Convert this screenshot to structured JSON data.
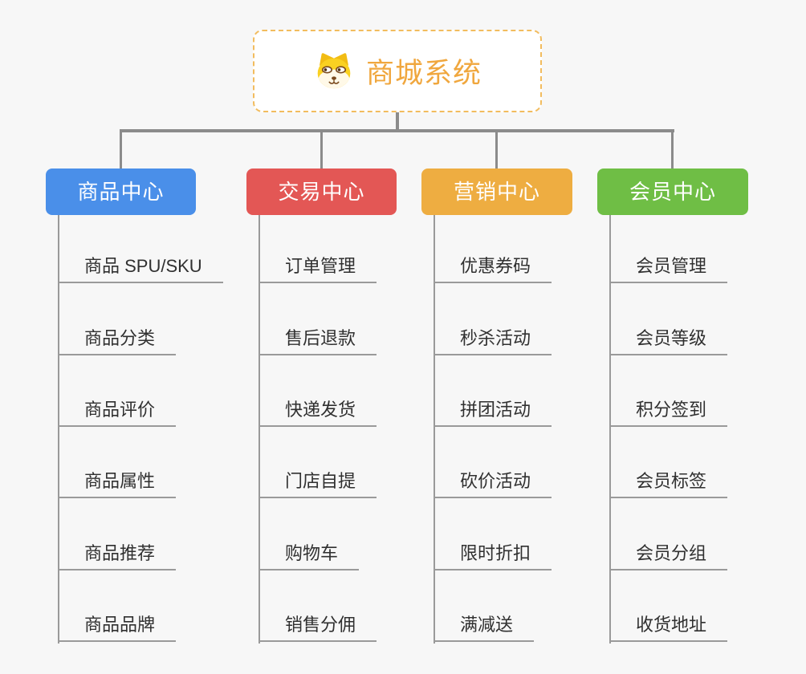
{
  "page": {
    "background_color": "#f7f7f7",
    "connector_color": "#8b8b8b",
    "child_line_color": "#9a9a9a",
    "child_text_color": "#303030"
  },
  "root": {
    "title": "商城系统",
    "title_color": "#f0a73e",
    "border_color": "#f2bc5e",
    "icon": "dog-face-icon"
  },
  "branches": [
    {
      "label": "商品中心",
      "color": "#4a8fe9",
      "children": [
        "商品 SPU/SKU",
        "商品分类",
        "商品评价",
        "商品属性",
        "商品推荐",
        "商品品牌"
      ]
    },
    {
      "label": "交易中心",
      "color": "#e35755",
      "children": [
        "订单管理",
        "售后退款",
        "快递发货",
        "门店自提",
        "购物车",
        "销售分佣"
      ]
    },
    {
      "label": "营销中心",
      "color": "#eead41",
      "children": [
        "优惠券码",
        "秒杀活动",
        "拼团活动",
        "砍价活动",
        "限时折扣",
        "满减送"
      ]
    },
    {
      "label": "会员中心",
      "color": "#6fbe45",
      "children": [
        "会员管理",
        "会员等级",
        "积分签到",
        "会员标签",
        "会员分组",
        "收货地址"
      ]
    }
  ]
}
